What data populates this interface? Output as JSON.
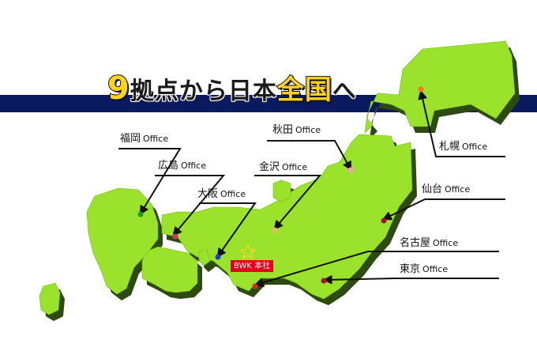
{
  "title": {
    "number": "9",
    "text_a": "拠点から日本",
    "text_big": "全国",
    "text_end": "へ"
  },
  "headquarters": {
    "label": "BWK 本社"
  },
  "offices": [
    {
      "id": "fukuoka",
      "city": "福岡",
      "suffix": "Office",
      "dot_color": "#1a9a3a"
    },
    {
      "id": "hiroshima",
      "city": "広島",
      "suffix": "Office",
      "dot_color": "#d6356a"
    },
    {
      "id": "osaka",
      "city": "大阪",
      "suffix": "Office",
      "dot_color": "#1f3fbf"
    },
    {
      "id": "kanazawa",
      "city": "金沢",
      "suffix": "Office",
      "dot_color": "#f2b36a"
    },
    {
      "id": "akita",
      "city": "秋田",
      "suffix": "Office",
      "dot_color": "#f2a0b8"
    },
    {
      "id": "sapporo",
      "city": "札幌",
      "suffix": "Office",
      "dot_color": "#f07a2a"
    },
    {
      "id": "sendai",
      "city": "仙台",
      "suffix": "Office",
      "dot_color": "#a0103a"
    },
    {
      "id": "nagoya",
      "city": "名古屋",
      "suffix": "Office",
      "dot_color": "#d22a2a"
    },
    {
      "id": "tokyo",
      "city": "東京",
      "suffix": "Office",
      "dot_color": "#a0103a"
    }
  ],
  "colors": {
    "land": "#9be22c",
    "land_side": "#2d4a10",
    "banner": "#0b1a5e",
    "arrow": "#111111",
    "star": "#ffd21e"
  }
}
